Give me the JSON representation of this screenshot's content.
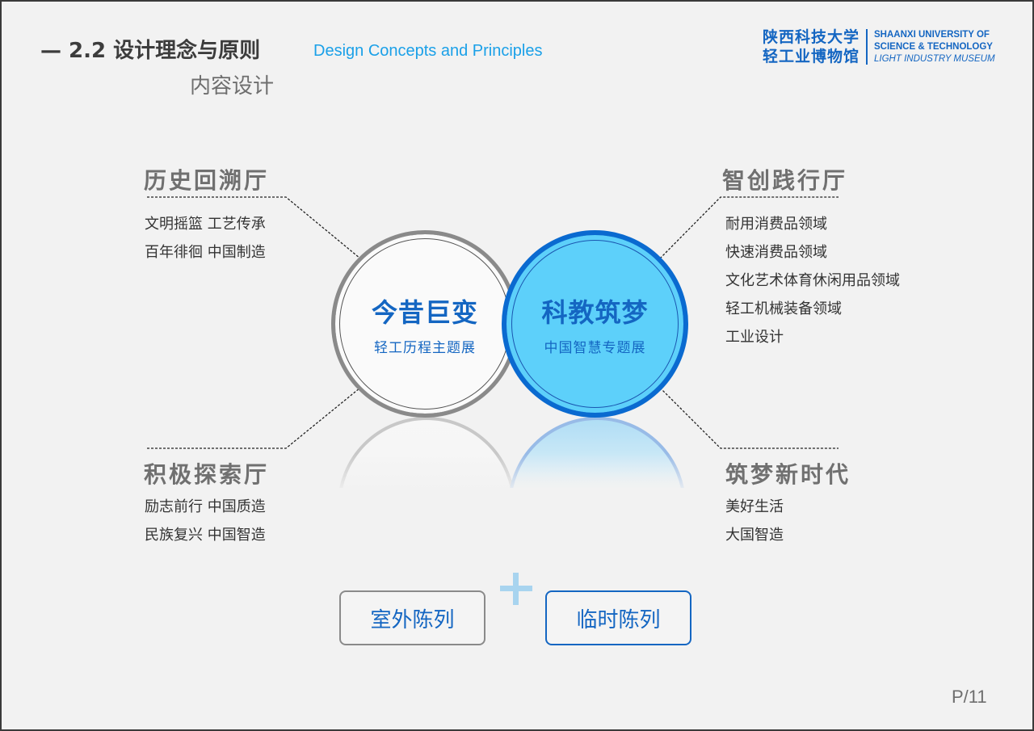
{
  "header": {
    "title": "— 2.2 设计理念与原则",
    "title_en": "Design Concepts and Principles",
    "subtitle": "内容设计"
  },
  "logo": {
    "cn_line1": "陕西科技大学",
    "cn_line2": "轻工业博物馆",
    "en_line1": "SHAANXI UNIVERSITY OF",
    "en_line2": "SCIENCE & TECHNOLOGY",
    "en_line3": "LIGHT INDUSTRY MUSEUM"
  },
  "halls": {
    "top_left": {
      "title": "历史回溯厅",
      "items": [
        "文明摇篮 工艺传承",
        "百年徘徊 中国制造"
      ]
    },
    "top_right": {
      "title": "智创践行厅",
      "items": [
        "耐用消费品领域",
        "快速消费品领域",
        "文化艺术体育休闲用品领域",
        "轻工机械装备领域",
        "工业设计"
      ]
    },
    "bottom_left": {
      "title": "积极探索厅",
      "items": [
        "励志前行 中国质造",
        "民族复兴 中国智造"
      ]
    },
    "bottom_right": {
      "title": "筑梦新时代",
      "items": [
        "美好生活",
        "大国智造"
      ]
    }
  },
  "circles": {
    "left": {
      "title": "今昔巨变",
      "subtitle": "轻工历程主题展"
    },
    "right": {
      "title": "科教筑梦",
      "subtitle": "中国智慧专题展"
    }
  },
  "extras": {
    "outdoor": "室外陈列",
    "temporary": "临时陈列",
    "plus_icon": "plus-icon"
  },
  "colors": {
    "background": "#f2f2f2",
    "accent_blue": "#1466c2",
    "light_blue": "#5dd0fa",
    "title_en_blue": "#1aa0e8",
    "gray_text": "#707070"
  },
  "footer": {
    "page": "P/11"
  }
}
